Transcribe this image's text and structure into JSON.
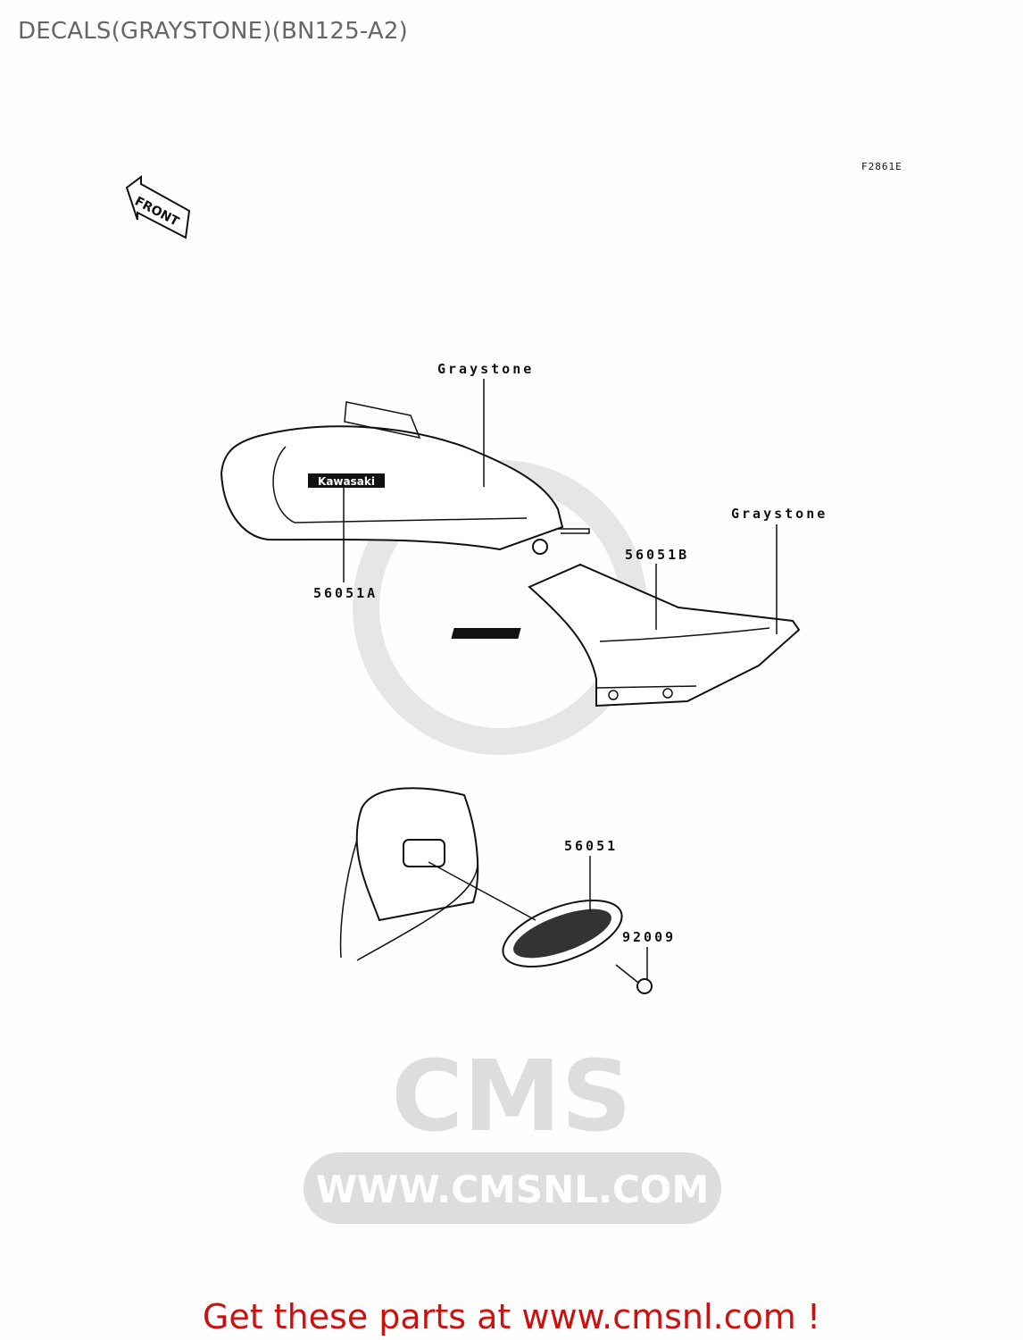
{
  "title": "DECALS(GRAYSTONE)(BN125-A2)",
  "diagram": {
    "figure_code": "F2861E",
    "front_arrow": "FRONT",
    "labels": {
      "tank_color": "Graystone",
      "cover_color": "Graystone",
      "tank_decal": "56051A",
      "cover_decal": "56051B",
      "emblem": "56051",
      "screw": "92009"
    },
    "decal_text": "Kawasaki",
    "watermark": {
      "logo": "CMS",
      "url": "WWW.CMSNL.COM"
    }
  },
  "footer": "Get these parts at www.cmsnl.com !",
  "colors": {
    "title": "#666666",
    "footer": "#cc1111",
    "watermark": "#dddddd"
  }
}
